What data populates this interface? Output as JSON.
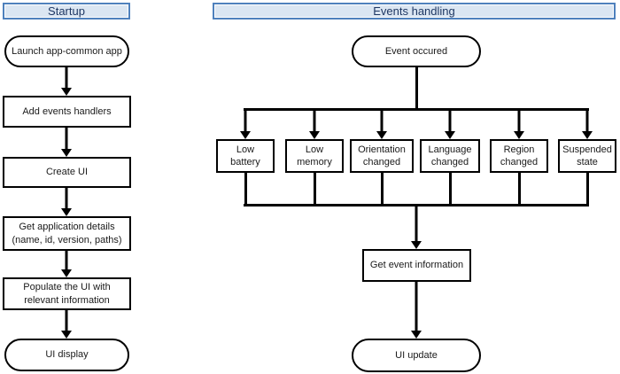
{
  "colors": {
    "header_fill": "#dbe6f2",
    "header_border": "#4f81bd",
    "header_text": "#1f3864",
    "node_border": "#000000",
    "node_fill": "#ffffff",
    "node_text": "#1a1a1a",
    "connector": "#000000",
    "background": "#ffffff"
  },
  "startup": {
    "title": "Startup",
    "nodes": [
      {
        "label": "Launch app-common app",
        "shape": "stadium"
      },
      {
        "label": "Add events handlers",
        "shape": "rect"
      },
      {
        "label": "Create UI",
        "shape": "rect"
      },
      {
        "label": "Get application details (name, id, version, paths)",
        "shape": "rect"
      },
      {
        "label": "Populate the UI with relevant information",
        "shape": "rect"
      },
      {
        "label": "UI display",
        "shape": "stadium"
      }
    ]
  },
  "events": {
    "title": "Events handling",
    "start": "Event occured",
    "branches": [
      "Low battery",
      "Low memory",
      "Orientation changed",
      "Language changed",
      "Region changed",
      "Suspended state"
    ],
    "collect": "Get event information",
    "end": "UI update"
  }
}
